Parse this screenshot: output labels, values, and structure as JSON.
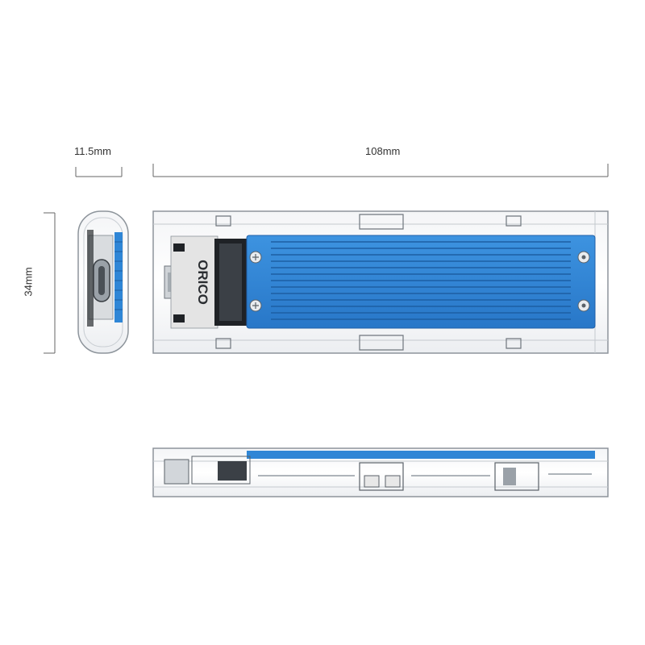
{
  "dimensions": {
    "width_label": "11.5mm",
    "length_label": "108mm",
    "height_label": "34mm"
  },
  "product": {
    "brand": "ORICO",
    "card_color": "#2f86d6",
    "frame_color": "#ffffff"
  },
  "colors": {
    "dimension_line": "#666666",
    "enclosure_edge": "#b9bec4",
    "heatsink": "#2f86d6",
    "pcb": "#e7e7e7"
  },
  "icons": [
    "usb-c-port-icon",
    "screw-icon"
  ]
}
